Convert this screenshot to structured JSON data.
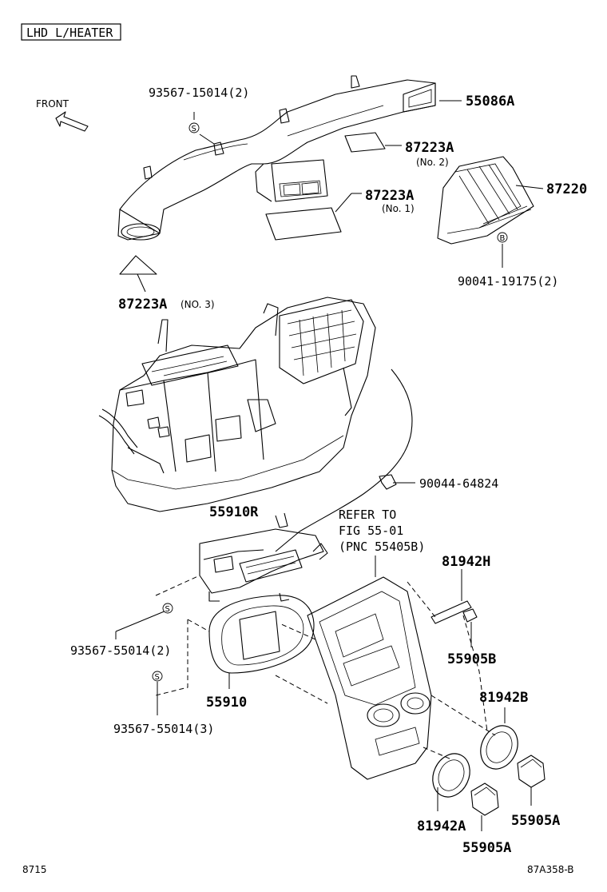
{
  "header": {
    "title": "LHD  L/HEATER"
  },
  "front_label": "FRONT",
  "parts": {
    "duct_main": "55086A",
    "screw_top": "93567-15014(2)",
    "pad_no2": "87223A",
    "pad_no2_note": "(No. 2)",
    "pad_no1": "87223A",
    "pad_no1_note": "(No. 1)",
    "pad_no3": "87223A",
    "pad_no3_note": "(NO. 3)",
    "duct_right": "87220",
    "screw_right": "90041-19175(2)",
    "clip": "90044-64824",
    "control_unit_r": "55910R",
    "refer_line1": "REFER TO",
    "refer_line2": "FIG 55-01",
    "refer_line3": "(PNC 55405B)",
    "plate_h": "81942H",
    "knob_b": "55905B",
    "screw_mid": "93567-55014(2)",
    "control_panel": "55910",
    "screw_low": "93567-55014(3)",
    "ring_b": "81942B",
    "ring_a": "81942A",
    "knob_a_left": "55905A",
    "knob_a_right": "55905A"
  },
  "symbols": {
    "s_mark": "S",
    "b_mark": "B"
  },
  "footer": {
    "left": "8715",
    "right": "87A358-B"
  }
}
